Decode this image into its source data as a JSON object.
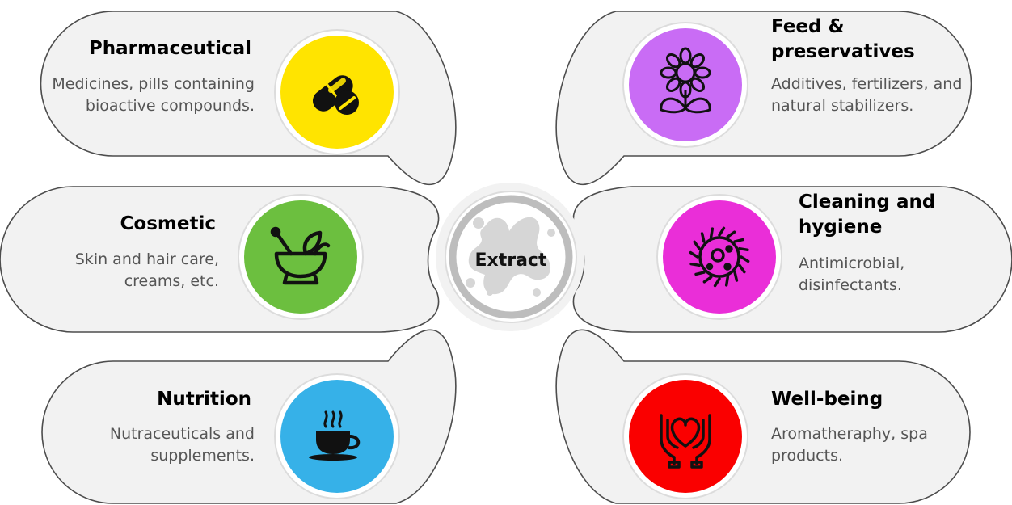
{
  "center": {
    "label": "Extract"
  },
  "colors": {
    "panel_fill": "#f2f2f2",
    "panel_stroke": "#4d4d4d",
    "pharmaceutical": "#ffe400",
    "cosmetic": "#6cbf3f",
    "nutrition": "#36b1e8",
    "feed": "#c96cf5",
    "cleaning": "#ea2ed8",
    "wellbeing": "#fa0000",
    "center_ring": "#bdbdbd"
  },
  "items": {
    "pharmaceutical": {
      "title": "Pharmaceutical",
      "desc": "Medicines, pills containing bioactive compounds.",
      "icon": "pills-icon"
    },
    "cosmetic": {
      "title": "Cosmetic",
      "desc": "Skin and hair care, creams, etc.",
      "icon": "mortar-pestle-icon"
    },
    "nutrition": {
      "title": "Nutrition",
      "desc": "Nutraceuticals and supplements.",
      "icon": "coffee-cup-icon"
    },
    "feed": {
      "title": "Feed & preservatives",
      "desc": "Additives, fertilizers, and natural stabilizers.",
      "icon": "sunflower-icon"
    },
    "cleaning": {
      "title": "Cleaning and hygiene",
      "desc": "Antimicrobial, disinfectants.",
      "icon": "microbe-icon"
    },
    "wellbeing": {
      "title": "Well-being",
      "desc": "Aromatheraphy, spa products.",
      "icon": "heart-hands-icon"
    }
  }
}
